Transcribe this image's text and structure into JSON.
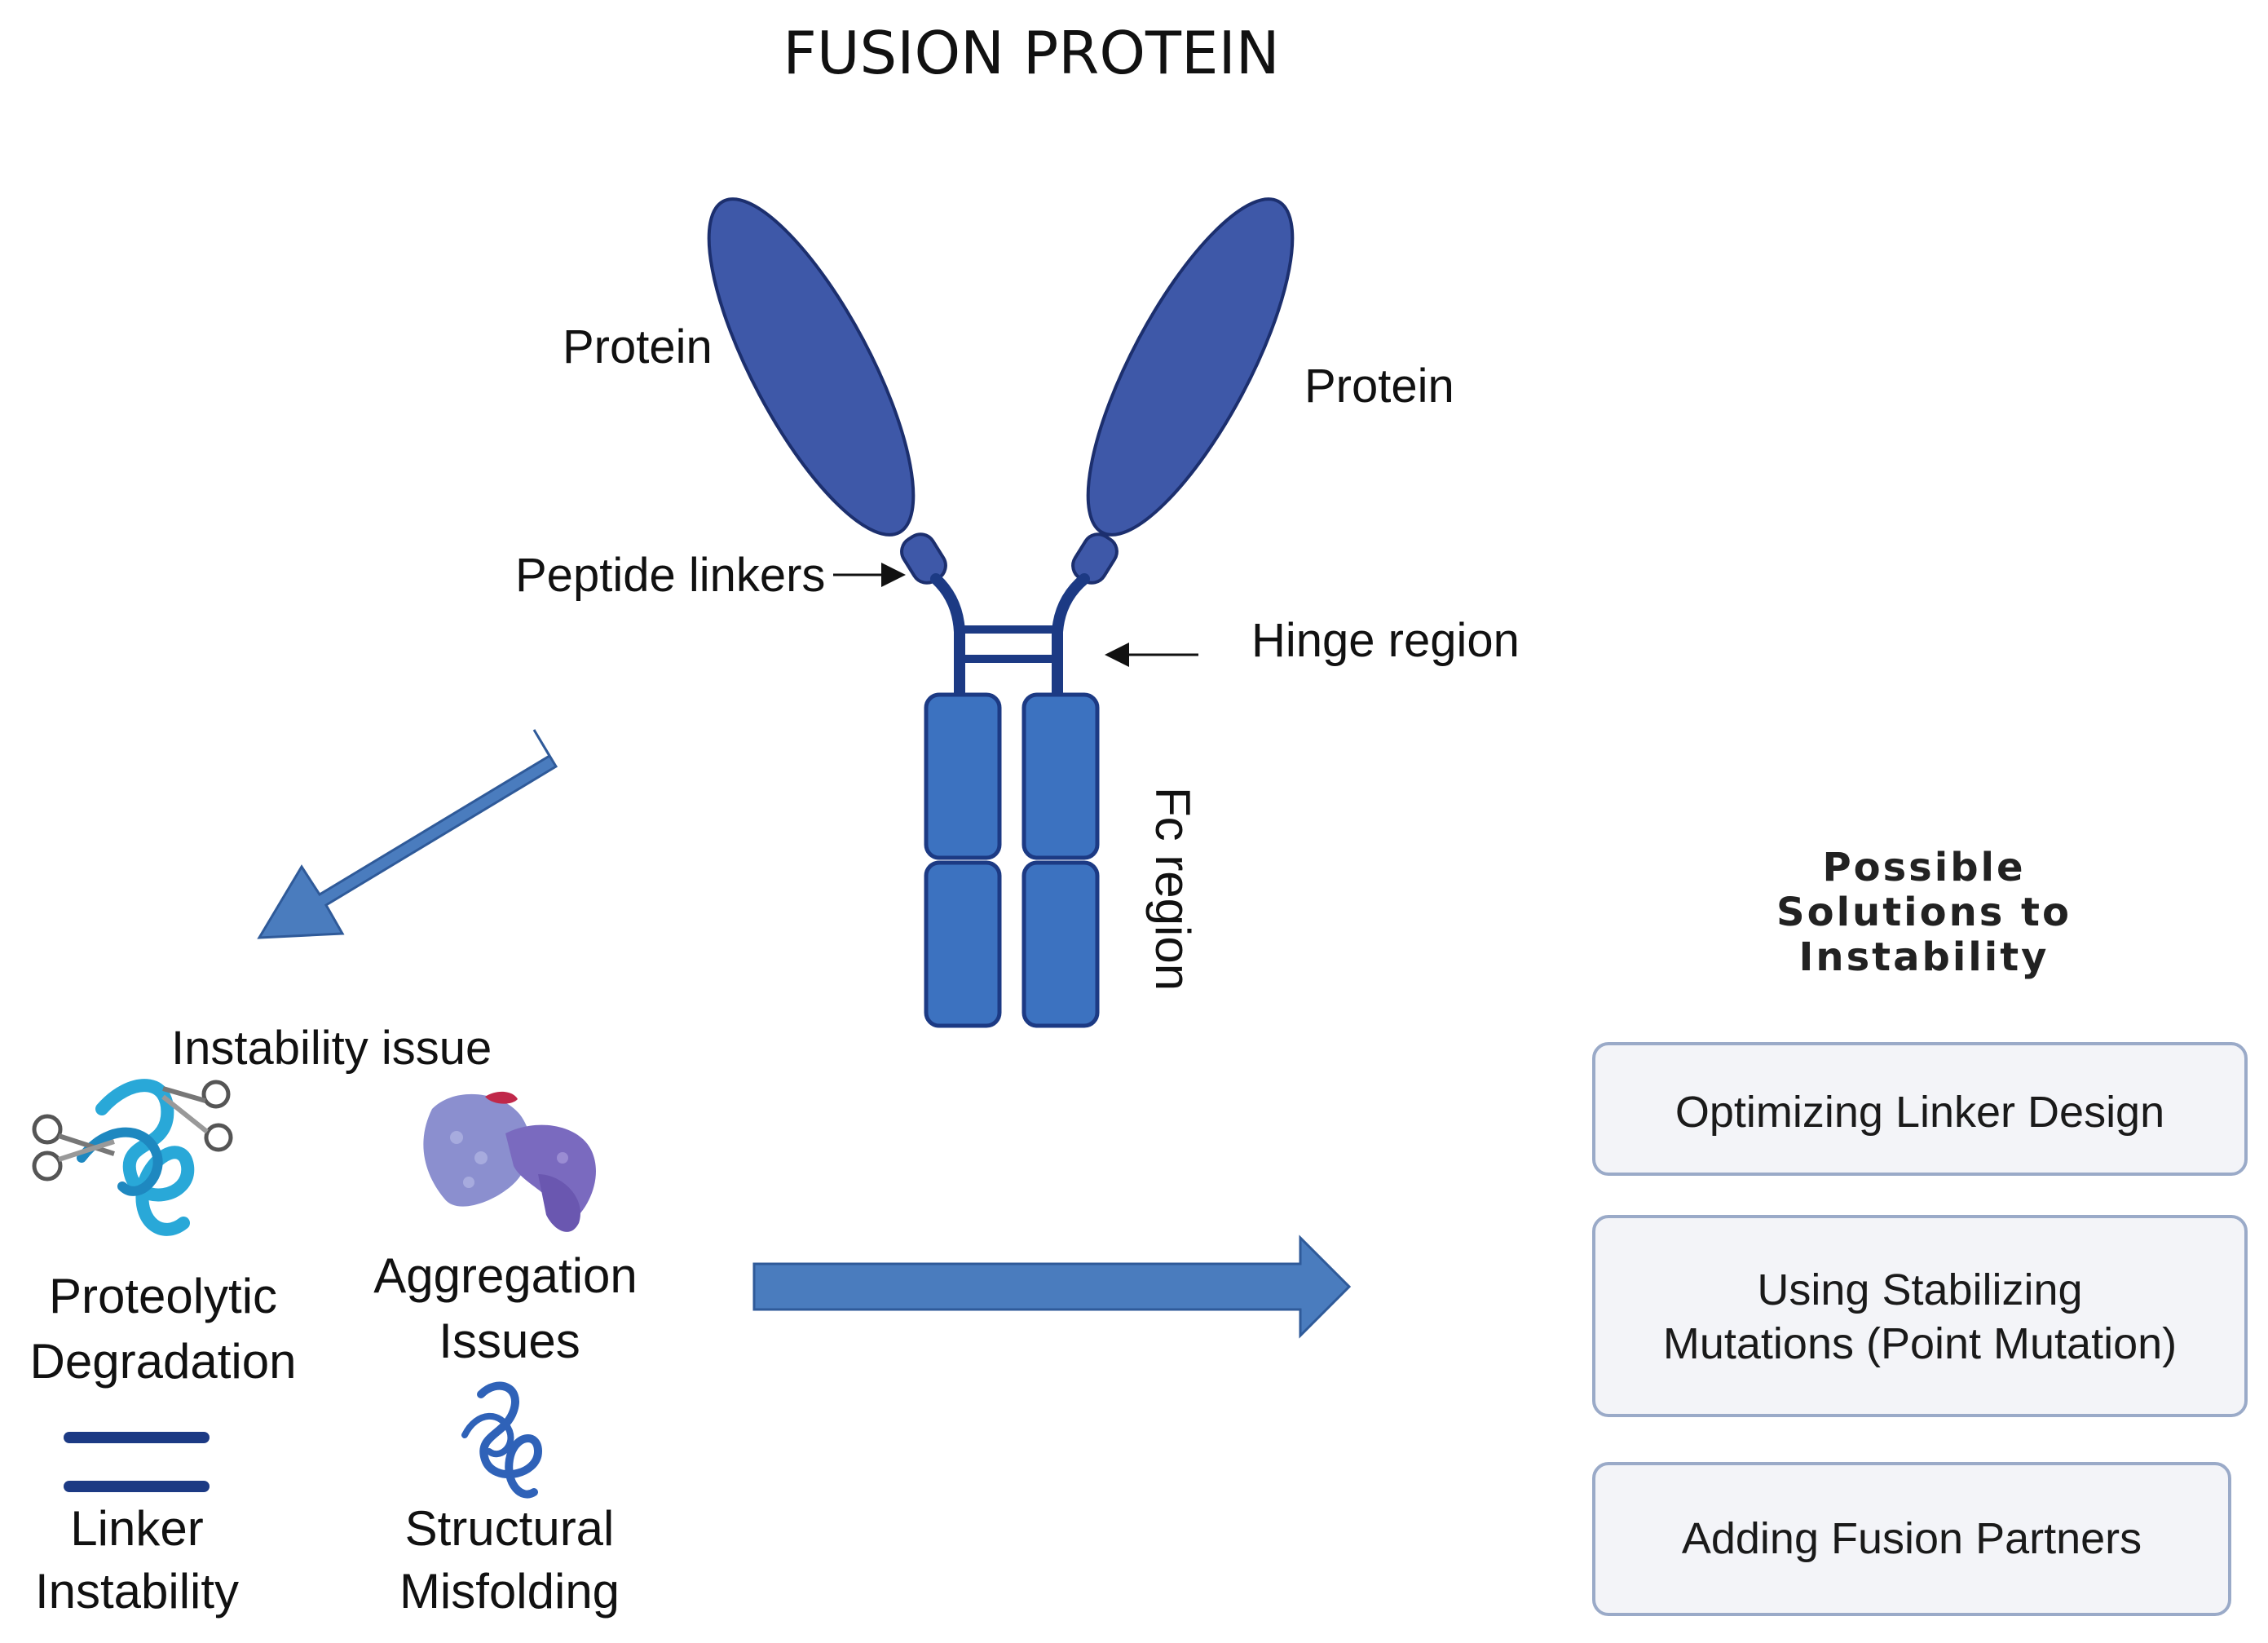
{
  "title": "FUSION PROTEIN",
  "antibody": {
    "protein_left": "Protein",
    "protein_right": "Protein",
    "peptide_linkers": "Peptide linkers",
    "hinge_region": "Hinge region",
    "fc_region": "Fc region"
  },
  "instability": {
    "heading": "Instability issue",
    "items": [
      {
        "line1": "Proteolytic",
        "line2": "Degradation",
        "icon": "scissors-coil-icon"
      },
      {
        "line1": "Aggregation",
        "line2": "Issues",
        "icon": "protein-aggregate-icon"
      },
      {
        "line1": "Linker",
        "line2": "Instability",
        "icon": "double-line-icon"
      },
      {
        "line1": "Structural",
        "line2": "Misfolding",
        "icon": "coil-icon"
      }
    ]
  },
  "solutions": {
    "heading_lines": [
      "Possible",
      "Solutions to",
      "Instability"
    ],
    "box1": "Optimizing Linker Design",
    "box2_line1": "Using Stabilizing",
    "box2_line2": "Mutations (Point Mutation)",
    "box3": "Adding Fusion Partners"
  },
  "colors": {
    "arm_fill": "#3E58A8",
    "fc_fill": "#3C72C0",
    "dark_navy": "#1C3A84",
    "arrow_fill": "#4A7CBE",
    "box_border": "#9AAAC8",
    "box_fill": "#F3F4F8"
  }
}
